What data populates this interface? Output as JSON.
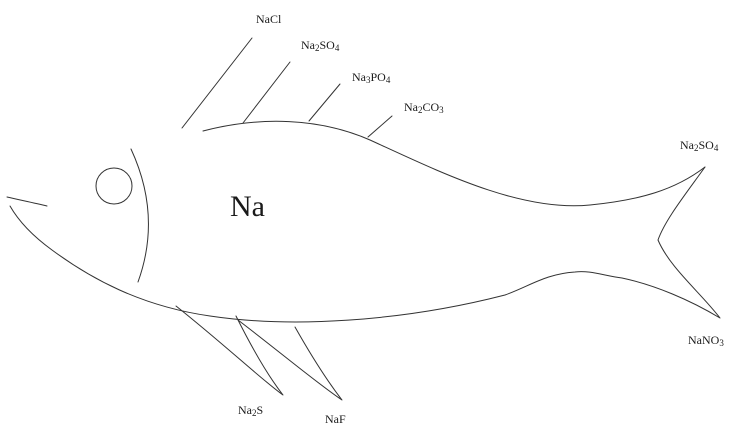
{
  "center_label": "Na",
  "labels": {
    "top_1": [
      "Na",
      "Cl"
    ],
    "top_2": [
      "Na",
      "2",
      "SO",
      "4"
    ],
    "top_3": [
      "Na",
      "3",
      "PO",
      "4"
    ],
    "top_4": [
      "Na",
      "2",
      "CO",
      "3"
    ],
    "tail_top": [
      "Na",
      "2",
      "SO",
      "4"
    ],
    "tail_bottom": [
      "NaNO",
      "3"
    ],
    "bottom_1": [
      "Na",
      "2",
      "S"
    ],
    "bottom_2": [
      "NaF"
    ]
  },
  "colors": {
    "stroke": "#333333",
    "text": "#1a1a1a"
  }
}
